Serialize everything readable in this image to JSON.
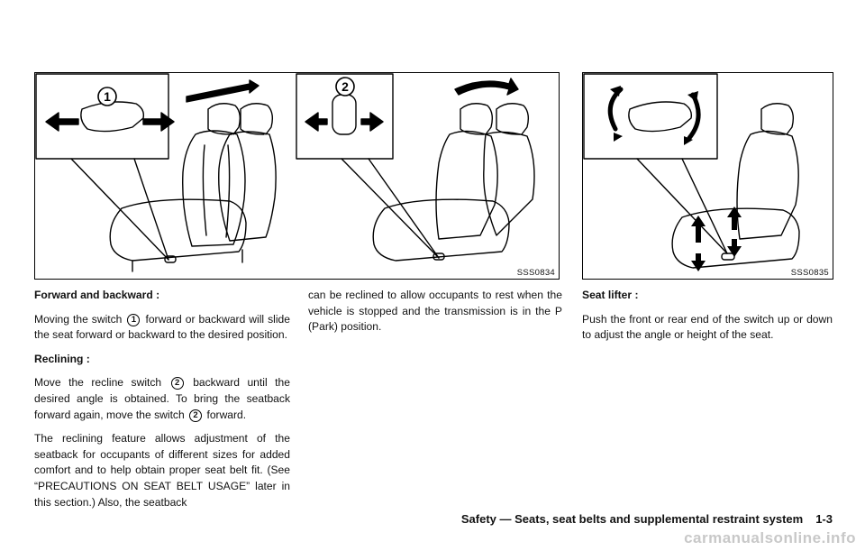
{
  "figures": [
    {
      "code": "SSS0834",
      "callouts": [
        "1",
        "2"
      ]
    },
    {
      "code": "SSS0835"
    }
  ],
  "col1": {
    "h1": "Forward and backward :",
    "p1a": "Moving the switch",
    "p1n": "1",
    "p1b": "forward or backward will slide the seat forward or backward to the desired position.",
    "h2": "Reclining :",
    "p2a": "Move the recline switch",
    "p2n": "2",
    "p2b": "backward until the desired angle is obtained. To bring the seatback forward again, move the switch",
    "p2n2": "2",
    "p2c": "forward.",
    "p3": "The reclining feature allows adjustment of the seatback for occupants of different sizes for added comfort and to help obtain proper seat belt fit. (See “PRECAUTIONS ON SEAT BELT USAGE” later in this section.) Also, the seatback"
  },
  "col2": {
    "p1": "can be reclined to allow occupants to rest when the vehicle is stopped and the transmission is in the P (Park) position."
  },
  "col3": {
    "h1": "Seat lifter :",
    "p1": "Push the front or rear end of the switch up or down to adjust the angle or height of the seat."
  },
  "footer": {
    "section": "Safety — Seats, seat belts and supplemental restraint system",
    "page": "1-3"
  },
  "watermark": "carmanualsonline.info"
}
